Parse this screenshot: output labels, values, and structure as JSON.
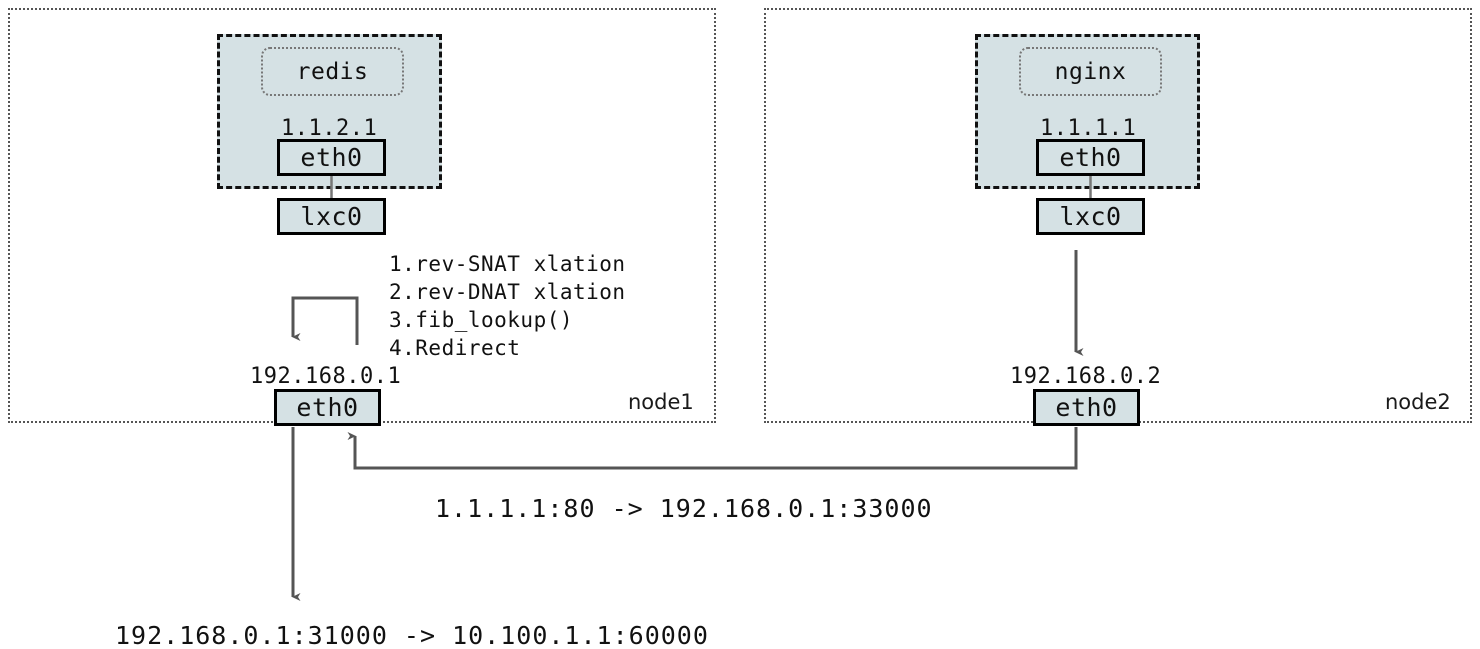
{
  "diagram": {
    "title_present": false,
    "colors": {
      "pod_fill": "#d5e1e4",
      "pod_border": "#111111",
      "node_border": "#555555",
      "wire": "#555555",
      "text": "#111111"
    },
    "nodes": [
      {
        "id": "node1",
        "label": "node1",
        "pod": {
          "app": "redis",
          "ip": "1.1.2.1",
          "iface": "eth0"
        },
        "host_bridge": "lxc0",
        "host_ip": "192.168.0.1",
        "host_iface": "eth0"
      },
      {
        "id": "node2",
        "label": "node2",
        "pod": {
          "app": "nginx",
          "ip": "1.1.1.1",
          "iface": "eth0"
        },
        "host_bridge": "lxc0",
        "host_ip": "192.168.0.2",
        "host_iface": "eth0"
      }
    ],
    "steps": [
      "1.rev-SNAT xlation",
      "2.rev-DNAT xlation",
      "3.fib_lookup()",
      "4.Redirect"
    ],
    "flows": [
      {
        "id": "inter-node-flow",
        "text": "1.1.1.1:80 -> 192.168.0.1:33000"
      },
      {
        "id": "egress-flow",
        "text": "192.168.0.1:31000 -> 10.100.1.1:60000"
      }
    ]
  }
}
